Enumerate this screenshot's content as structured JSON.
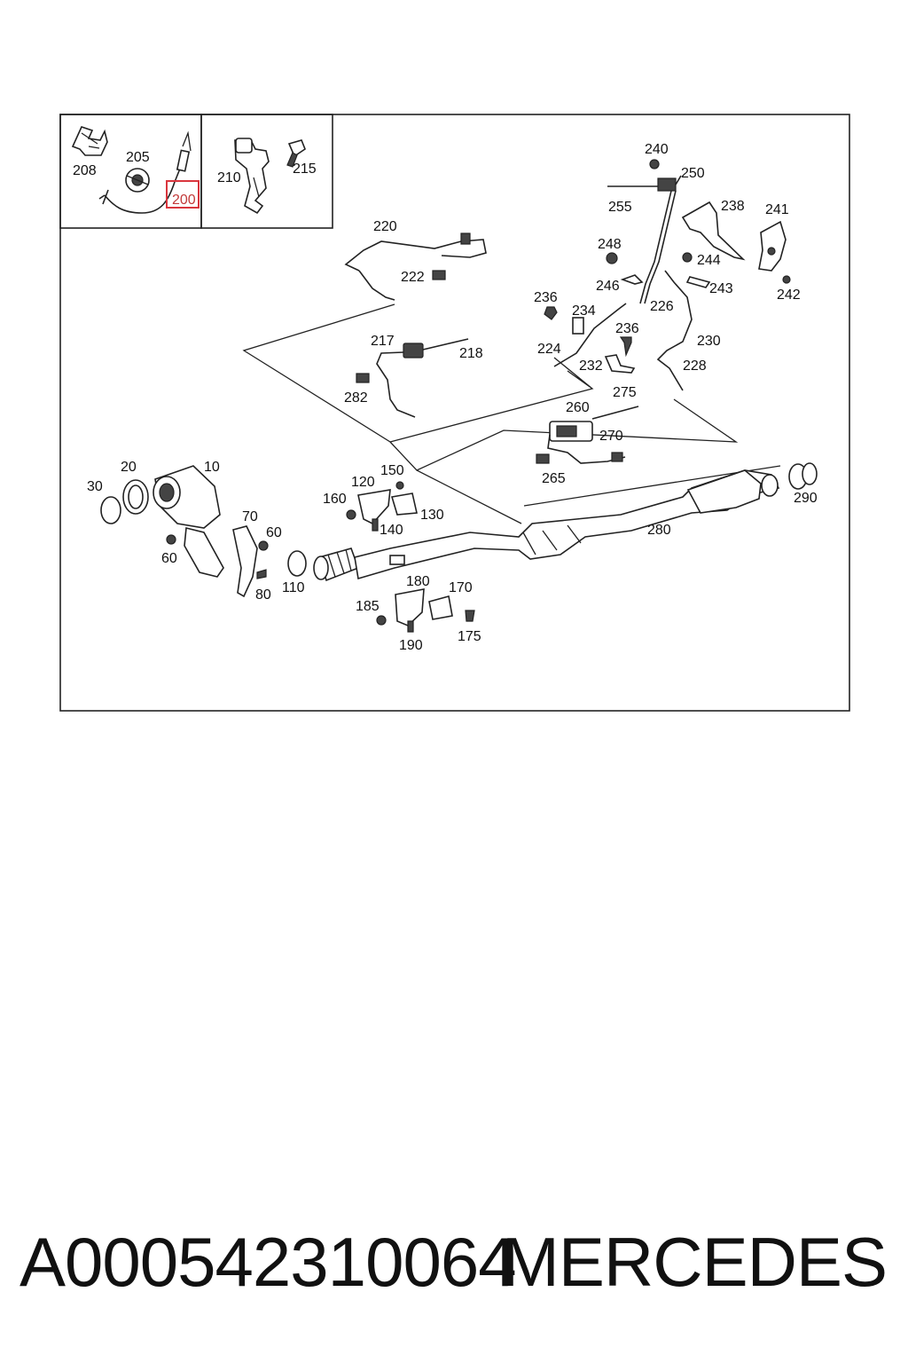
{
  "diagram": {
    "inset_labels": {
      "p200": "200",
      "p205": "205",
      "p208": "208",
      "p210": "210",
      "p215": "215"
    },
    "labels": {
      "p10": "10",
      "p20": "20",
      "p30": "30",
      "p60a": "60",
      "p60b": "60",
      "p70": "70",
      "p80": "80",
      "p110": "110",
      "p120": "120",
      "p130": "130",
      "p140": "140",
      "p150": "150",
      "p160": "160",
      "p170": "170",
      "p175": "175",
      "p180": "180",
      "p185": "185",
      "p190": "190",
      "p217": "217",
      "p218": "218",
      "p220": "220",
      "p222": "222",
      "p224": "224",
      "p226": "226",
      "p228": "228",
      "p230": "230",
      "p232": "232",
      "p234": "234",
      "p236a": "236",
      "p236b": "236",
      "p238": "238",
      "p240": "240",
      "p241": "241",
      "p242": "242",
      "p243": "243",
      "p244": "244",
      "p246": "246",
      "p248": "248",
      "p250": "250",
      "p255": "255",
      "p260": "260",
      "p265": "265",
      "p270": "270",
      "p275": "275",
      "p280": "280",
      "p282": "282",
      "p290": "290"
    },
    "highlighted_part": "200",
    "highlight_color": "#d9363e"
  },
  "footer": {
    "part_number": "A000542310064",
    "brand": "MERCEDES"
  }
}
